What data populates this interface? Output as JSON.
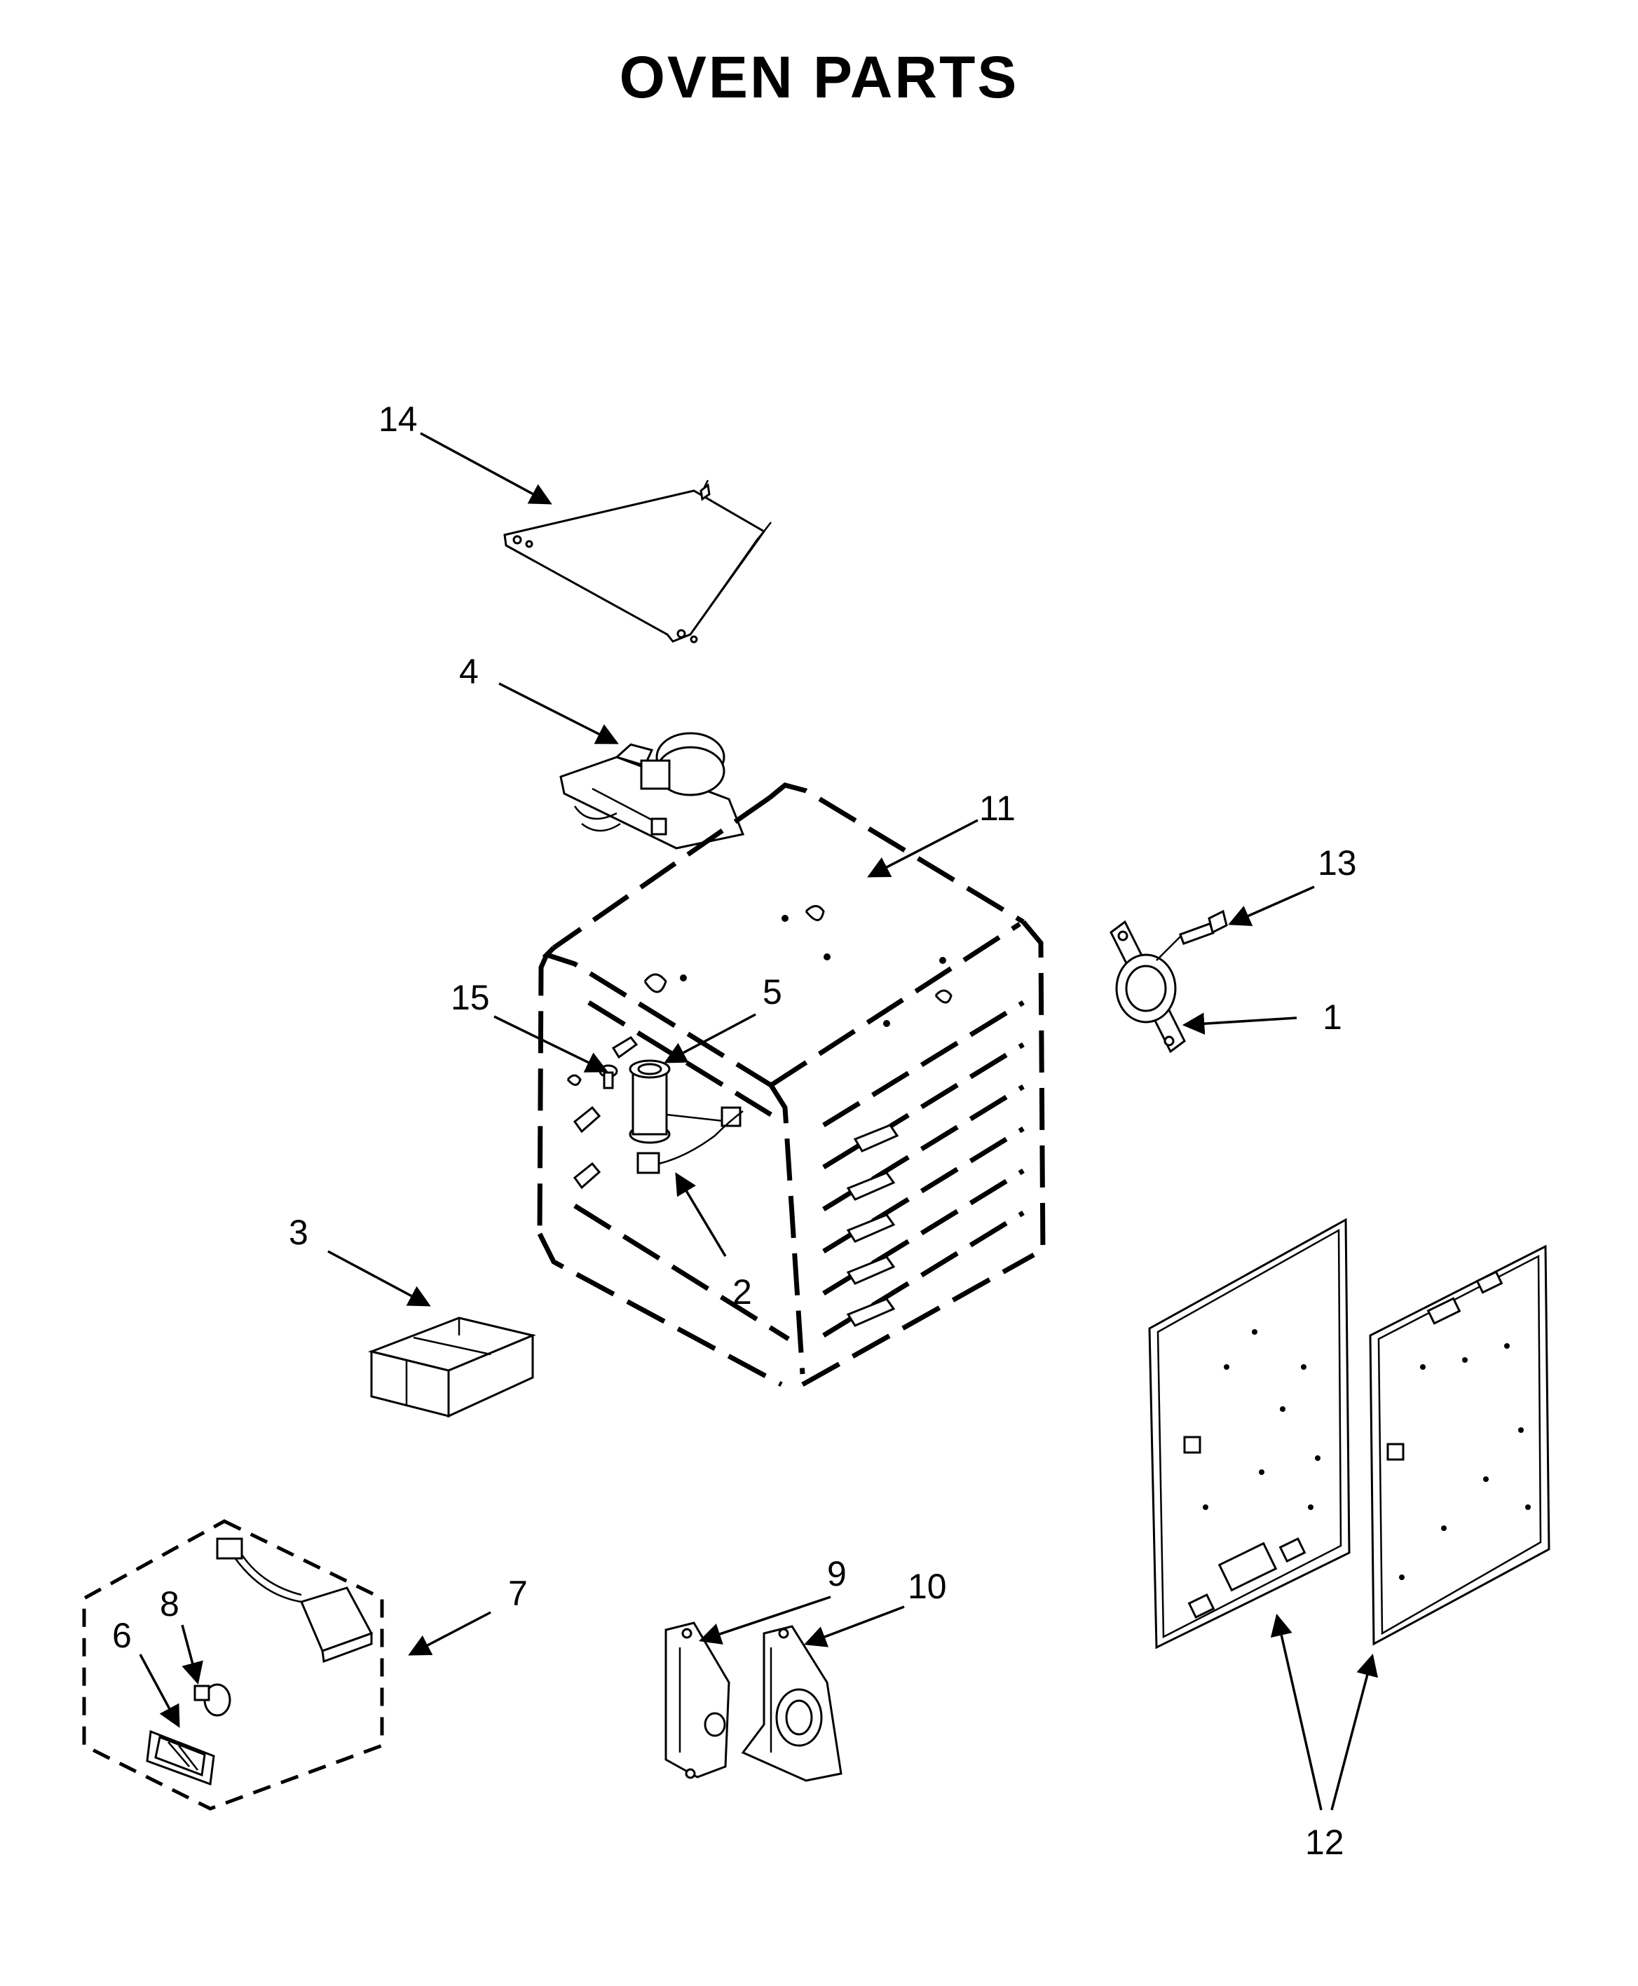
{
  "title": "OVEN PARTS",
  "callouts": [
    "1",
    "2",
    "3",
    "4",
    "5",
    "6",
    "7",
    "8",
    "9",
    "10",
    "11",
    "12",
    "13",
    "14",
    "15"
  ],
  "colors": {
    "ink": "#000000",
    "paper": "#ffffff",
    "shade": "#cccccc"
  }
}
